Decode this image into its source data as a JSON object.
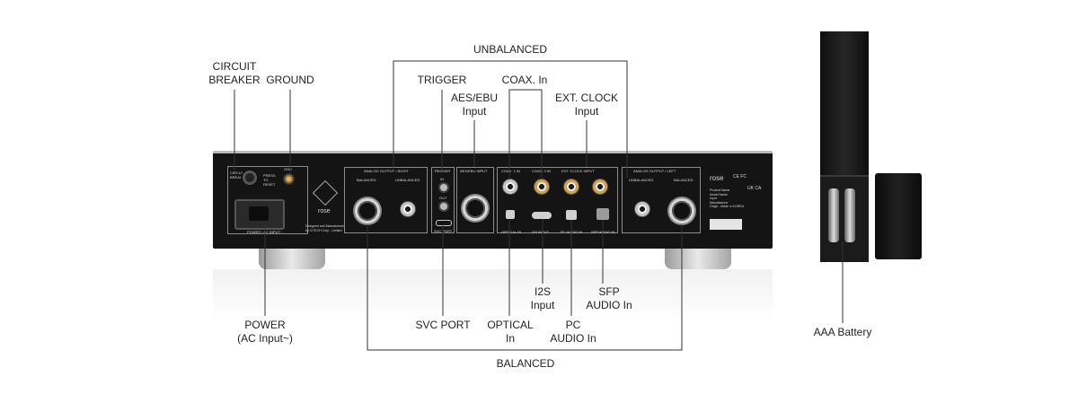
{
  "labels": {
    "circuit_breaker": "CIRCUIT\nBREAKER",
    "ground": "GROUND",
    "unbalanced_top": "UNBALANCED",
    "trigger": "TRIGGER",
    "coax_in": "COAX. In",
    "aes_ebu_input": "AES/EBU\nInput",
    "ext_clock_input": "EXT. CLOCK\nInput",
    "i2s_input": "I2S\nInput",
    "sfp_audio_in": "SFP\nAUDIO In",
    "power": "POWER\n(AC Input~)",
    "svc_port": "SVC PORT",
    "optical_in": "OPTICAL\nIn",
    "pc_audio_in": "PC\nAUDIO In",
    "balanced_bottom": "BALANCED",
    "aaa_battery": "AAA Battery"
  },
  "panel": {
    "circuit_breaker_small": "CIRCUIT BREAKER",
    "press_to_reset": "PRESS\nTO\nRESET",
    "gnd": "GND",
    "power_ac_input": "POWER / AC INPUT~",
    "analog_output_right": "ANALOG OUTPUT / RIGHT",
    "balanced": "BALANCED",
    "unbalanced": "UNBALANCED",
    "brand": "rose",
    "designed_by": "Designed and Manufactured\nby CITECH Corp., Limited",
    "trigger": "TRIGGER",
    "in": "IN",
    "out": "OUT",
    "svc_port": "SVC PORT",
    "aes_ebu_input": "AES/EBU INPUT",
    "coax1_in": "COAX. 1 IN",
    "coax2_in": "COAX. 2 IN",
    "ext_clock_input": "EXT. CLOCK INPUT",
    "optical_in": "OPTICAL IN",
    "i2s_input": "I2S INPUT",
    "pc_audio_in": "PC AUDIO IN",
    "sfp_audio_in": "SFP AUDIO IN",
    "analog_output_left": "ANALOG OUTPUT / LEFT",
    "right_brand": "rose",
    "certs": "CE FC",
    "ukca": "UK CA",
    "product_info": "Product Name\nModel Name\nInput\nManufacturer\nOrigin : Made in KOREA"
  }
}
